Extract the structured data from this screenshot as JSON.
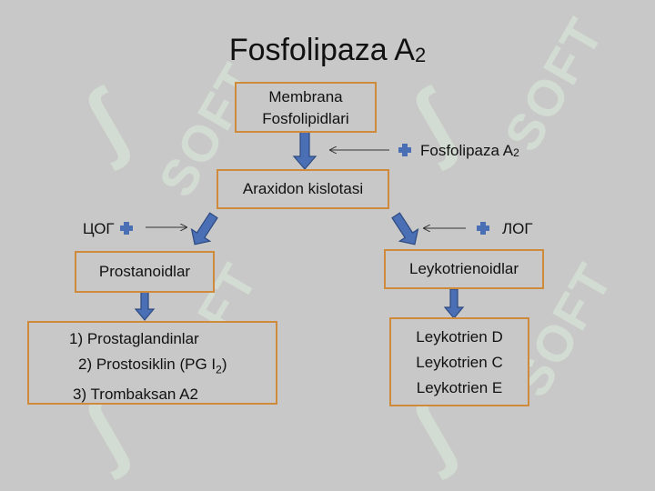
{
  "watermark": {
    "text": "SOFT",
    "logo_glyph": "ʃ"
  },
  "title": {
    "main": "Fosfolipaza A",
    "sub": "2"
  },
  "boxes": {
    "membrane": {
      "line1": "Membrana",
      "line2": "Fosfolipidlari"
    },
    "arachidonic": "Araxidon kislotasi",
    "prostanoids": "Prostanoidlar",
    "leukotrienoids": "Leykotrienoidlar",
    "prostanoid_list": {
      "item1": "1) Prostaglandinlar",
      "item2_a": "2) Prostosiklin (PG I",
      "item2_sub": "2",
      "item2_b": ")",
      "item3": "3) Trombaksan A2"
    },
    "leukotriene_list": {
      "item1": "Leykotrien D",
      "item2": "Leykotrien C",
      "item3": "Leykotrien E"
    }
  },
  "labels": {
    "enzyme": {
      "main": "Fosfolipaza A",
      "sub": "2"
    },
    "cox": "ЦОГ",
    "lox": "ЛОГ"
  },
  "colors": {
    "background": "#c8c8c8",
    "box_border": "#d08a3c",
    "arrow_fill": "#4a6fb5",
    "arrow_stroke": "#2e4a80",
    "plus": "#4a6fb5"
  }
}
